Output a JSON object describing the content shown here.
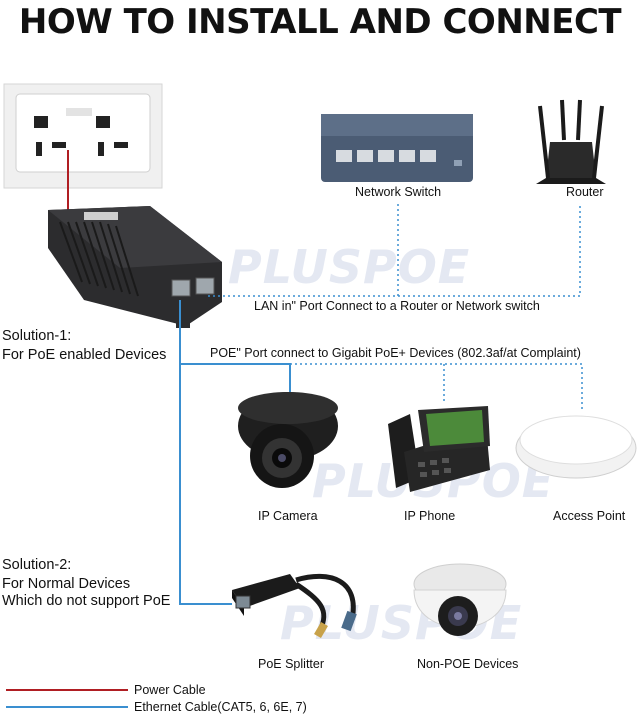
{
  "title": "HOW TO INSTALL AND CONNECT",
  "watermark": "PLUSPOE",
  "devices": {
    "network_switch": "Network Switch",
    "router": "Router",
    "ip_camera": "IP Camera",
    "ip_phone": "IP Phone",
    "access_point": "Access Point",
    "poe_splitter": "PoE Splitter",
    "non_poe_devices": "Non-POE Devices"
  },
  "connections": {
    "lan_in": "LAN in\" Port Connect to a Router or Network switch",
    "poe_port": "POE\" Port connect to Gigabit PoE+  Devices (802.3af/at Complaint)"
  },
  "solutions": {
    "s1_title": "Solution-1:",
    "s1_desc": "For PoE enabled Devices",
    "s2_title": "Solution-2:",
    "s2_line1": "For Normal Devices",
    "s2_line2": "Which do not support PoE"
  },
  "legend": {
    "power_cable": "Power Cable",
    "ethernet_cable": "Ethernet Cable(CAT5, 6, 6E, 7)",
    "power_color": "#b01e23",
    "ethernet_color": "#3a8fd0"
  }
}
